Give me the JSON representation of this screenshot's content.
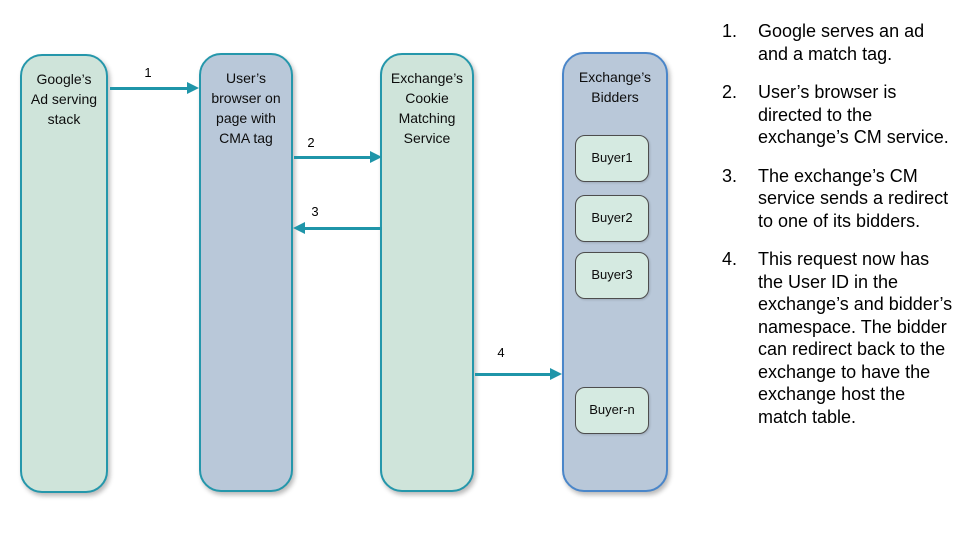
{
  "colors": {
    "teal": "#2597ab",
    "arrow": "#1f95a9",
    "green_fill": "#cfe4da",
    "blue_fill": "#b9c8d9",
    "bidders_border": "#4a86c9",
    "buyer_fill": "#d5eae1",
    "buyer_border": "#4d4d4d"
  },
  "diagram": {
    "nodes": [
      {
        "id": "google-ad-stack",
        "title": "Google’s\nAd serving\nstack"
      },
      {
        "id": "user-browser",
        "title": "User’s\nbrowser on\npage with\nCMA tag"
      },
      {
        "id": "exchange-cm",
        "title": "Exchange’s\nCookie\nMatching\nService"
      },
      {
        "id": "exchange-bidders",
        "title": "Exchange’s\nBidders",
        "buyers": [
          "Buyer1",
          "Buyer2",
          "Buyer3",
          "Buyer-n"
        ]
      }
    ],
    "arrows": [
      {
        "label": "1",
        "from": "google-ad-stack",
        "to": "user-browser"
      },
      {
        "label": "2",
        "from": "user-browser",
        "to": "exchange-cm"
      },
      {
        "label": "3",
        "from": "exchange-cm",
        "to": "user-browser"
      },
      {
        "label": "4",
        "from": "exchange-cm",
        "to": "exchange-bidders"
      }
    ]
  },
  "steps": [
    {
      "number": "1.",
      "text": "Google serves an ad and a match tag."
    },
    {
      "number": "2.",
      "text": "User’s browser is directed to the exchange’s CM service."
    },
    {
      "number": "3.",
      "text": "The exchange’s CM service sends a redirect to one of its bidders."
    },
    {
      "number": "4.",
      "text": "This request now has the User ID in the exchange’s and bidder’s namespace. The bidder can redirect back to the exchange to have the exchange host the match table."
    }
  ]
}
